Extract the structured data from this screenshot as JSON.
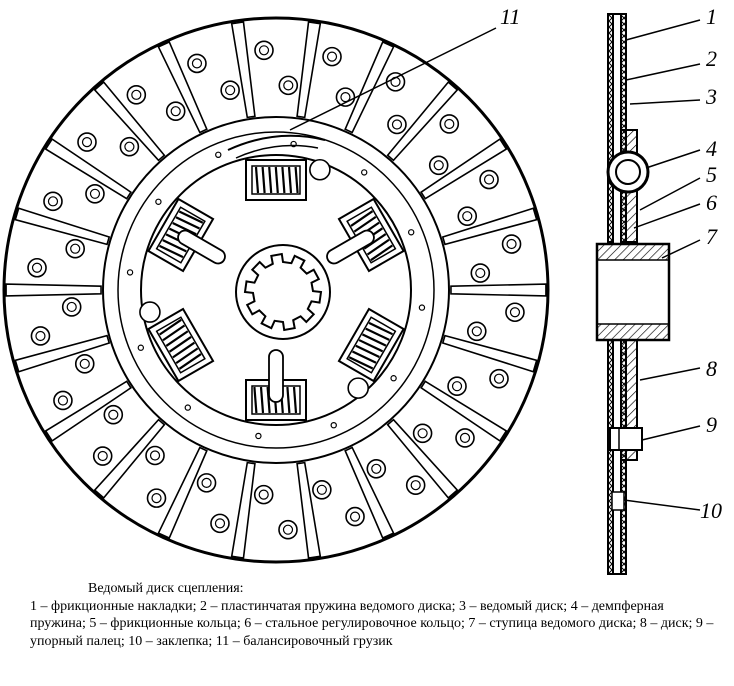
{
  "callouts": [
    "1",
    "2",
    "3",
    "4",
    "5",
    "6",
    "7",
    "8",
    "9",
    "10",
    "11"
  ],
  "caption": {
    "title": "Ведомый диск сцепления:",
    "legend": "1 – фрикционные накладки; 2 – пластинчатая пружина ведомого диска; 3 – ведомый диск; 4 – демпферная пружина; 5 – фрикционные кольца; 6 – стальное регулировочное кольцо; 7 – ступица ведомого диска; 8 – диск; 9 – упорный палец; 10 – заклепка; 11 – балансировочный грузик"
  }
}
